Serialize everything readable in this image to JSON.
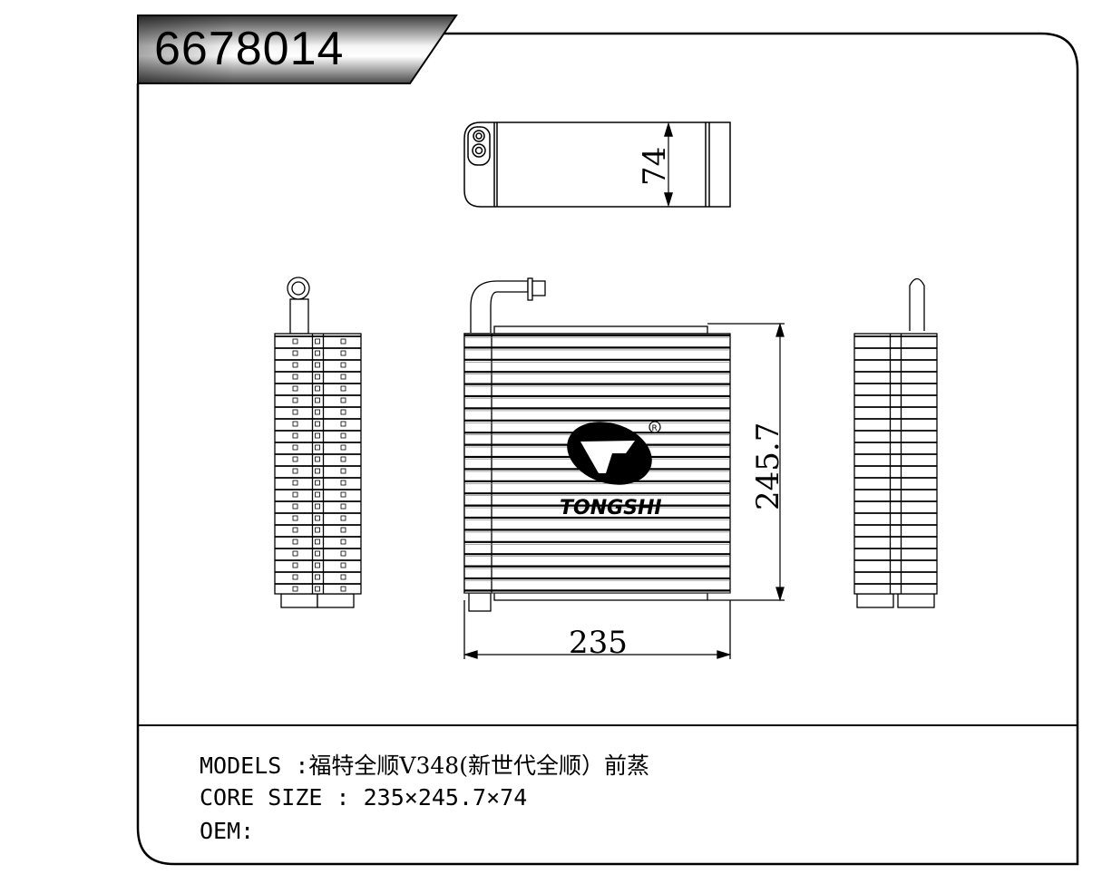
{
  "header": {
    "part_number": "6678014"
  },
  "dimensions": {
    "depth": "74",
    "height": "245.7",
    "width": "235"
  },
  "logo": {
    "brand": "TONGSHI",
    "registered_mark": "R"
  },
  "specs": {
    "models_label": "MODELS :",
    "models_value": "福特全顺V348(新世代全顺）前蒸",
    "core_size_label": "CORE SIZE : ",
    "core_size_value": "235×245.7×74",
    "oem_label": "OEM:"
  }
}
